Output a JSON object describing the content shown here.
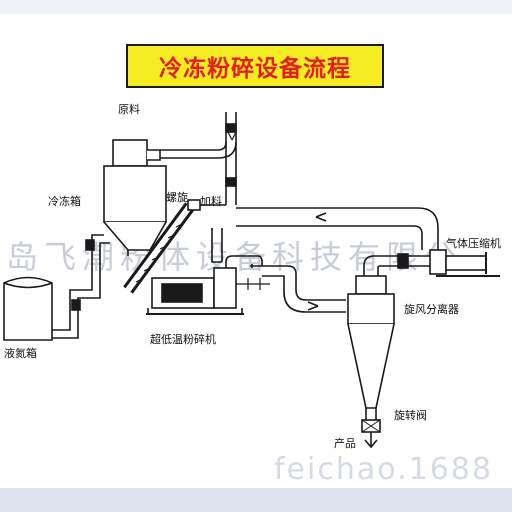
{
  "title": "冷冻粉碎设备流程",
  "labels": {
    "raw_material": "原料",
    "freezer_box": "冷冻箱",
    "screw": "螺旋",
    "feed": "加料",
    "gas_compressor": "气体压缩机",
    "cyclone": "旋风分离器",
    "liquid_nitrogen_tank": "液氮箱",
    "ultra_low_temp_mill": "超低温粉碎机",
    "rotary_valve": "旋转阀",
    "product": "产品"
  },
  "watermarks": {
    "center": "岛飞潮粉体设备科技有限公",
    "corner": "feichao.1688"
  },
  "colors": {
    "title_bg": "#f5ed22",
    "title_text": "#e41f1f",
    "line": "#1a1a1a",
    "watermark": "#c8ccd8"
  }
}
